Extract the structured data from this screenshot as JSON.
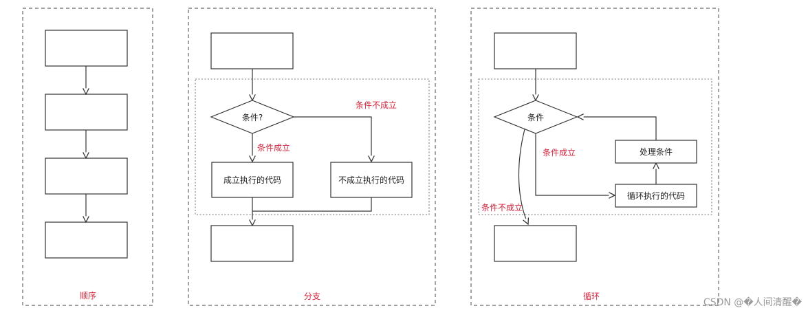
{
  "panels": {
    "sequence": {
      "title": "顺序"
    },
    "branch": {
      "title": "分支",
      "condition": "条件?",
      "true_label": "条件成立",
      "false_label": "条件不成立",
      "true_box": "成立执行的代码",
      "false_box": "不成立执行的代码"
    },
    "loop": {
      "title": "循环",
      "condition": "条件",
      "true_label": "条件成立",
      "false_label": "条件不成立",
      "body_box": "循环执行的代码",
      "process_box": "处理条件"
    }
  },
  "watermark": "CSDN @�人间清醒�",
  "colors": {
    "accent": "#d0243c",
    "stroke": "#333333"
  }
}
